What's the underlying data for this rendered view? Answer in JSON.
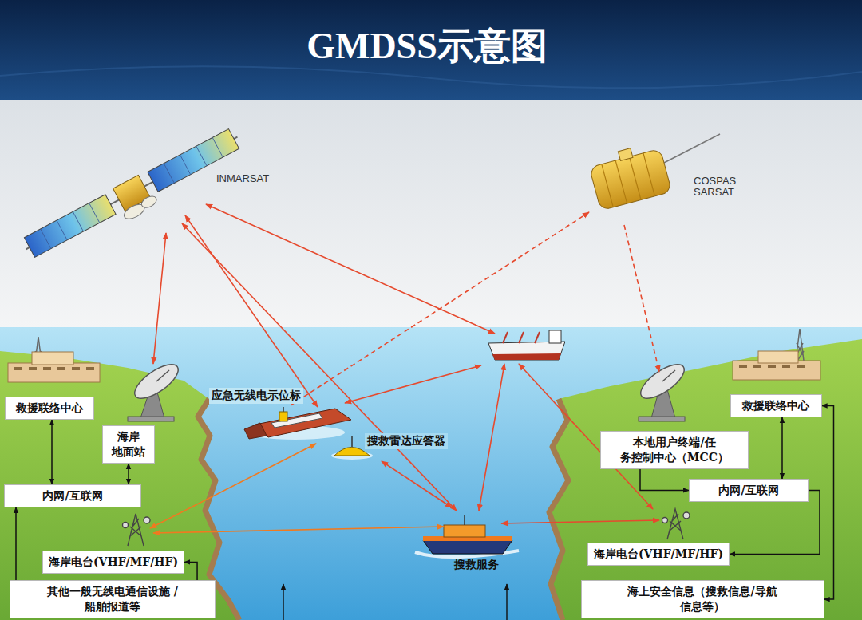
{
  "diagram": {
    "title": "GMDSS示意图",
    "nodes": [
      {
        "text": [
          "救援联络中心"
        ]
      },
      {
        "text": [
          "海岸 地面站"
        ]
      },
      {
        "text": [
          "内网/互联网"
        ]
      },
      {
        "text": [
          "海岸电台(VHF/MF/HF)"
        ]
      },
      {
        "text": [
          "其他一般无线电通信设施 /船舶报道等"
        ]
      },
      {
        "text": [
          "救援联络中心"
        ]
      },
      {
        "text": [
          "本地用户终端/任 务控制中心（MCC）"
        ]
      },
      {
        "text": [
          "内网/互联网"
        ]
      },
      {
        "text": [
          "海岸电台(VHF/MF/HF)"
        ]
      },
      {
        "text": [
          "海上安全信息（搜救信息/导航 信息等）"
        ]
      }
    ],
    "edges": [
      {
        "from": 0,
        "to": 2,
        "arrow": "both"
      },
      {
        "from": 1,
        "to": 2,
        "arrow": "both"
      },
      {
        "from": 4,
        "to": 2,
        "arrow": "to"
      },
      {
        "from": 4,
        "to": 3,
        "arrow": "to"
      },
      {
        "from": 5,
        "to": 7,
        "arrow": "both"
      },
      {
        "from": 6,
        "to": 7,
        "arrow": "to"
      },
      {
        "from": 7,
        "to": 8,
        "arrow": "to"
      },
      {
        "from": 5,
        "to": 9,
        "arrow": "both"
      }
    ],
    "labels": [
      "INMARSAT",
      "COSPAS SARSAT",
      "应急无线电示位标",
      "搜救雷达应答器",
      "搜救服务"
    ]
  }
}
